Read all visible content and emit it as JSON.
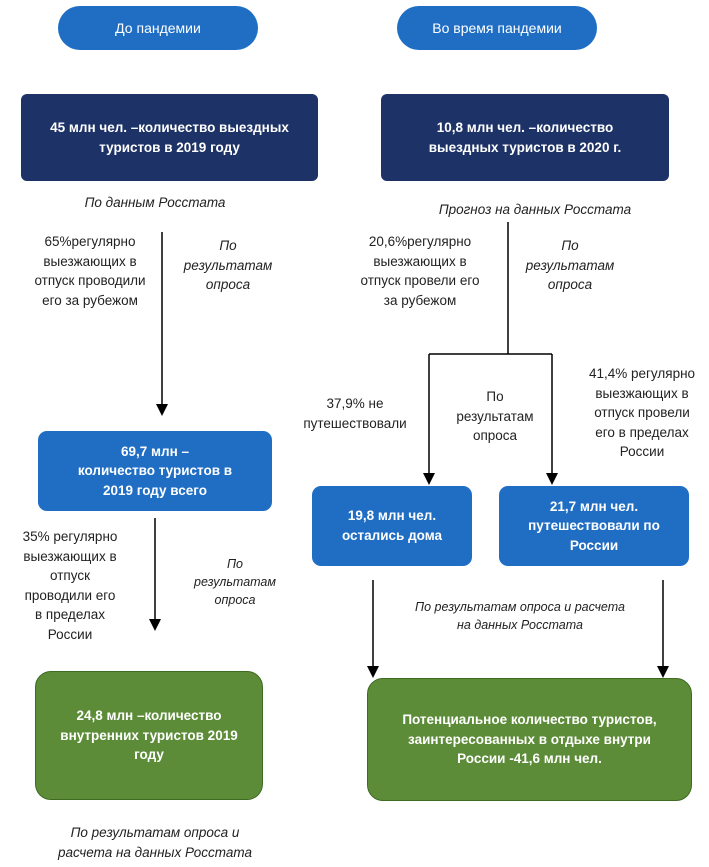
{
  "headers": {
    "before": "До пандемии",
    "during": "Во время пандемии"
  },
  "left": {
    "box1": "45 млн чел. –количество выездных\nтуристов в 2019  году",
    "source1": "По данным  Росстата",
    "note_65": "65%регулярно\nвыезжающих в\nотпуск проводили\nего за рубежом",
    "survey1": "По\nрезультатам\nопроса",
    "box2": "69,7 млн –\nколичество туристов в\n2019 году всего",
    "note_35": "35% регулярно\nвыезжающих в\nотпуск\nпроводили его\nв пределах\nРоссии",
    "survey2": "По\nрезультатам\nопроса",
    "box3": "24,8 млн –количество\nвнутренних туристов 2019\nгоду",
    "source2": "По результатам  опроса и\nрасчета на данных  Росстата"
  },
  "right": {
    "box1": "10,8 млн чел. –количество\nвыездных туристов в  2020 г.",
    "source1": "Прогноз на данных Росстата",
    "note_206": "20,6%регулярно\nвыезжающих в\nотпуск провели его\nза рубежом",
    "survey1": "По\nрезультатам\nопроса",
    "note_379": "37,9% не\nпутешествовали",
    "survey2": "По\nрезультатам\nопроса",
    "note_414": "41,4% регулярно\nвыезжающих в\nотпуск провели\nего в пределах\nРоссии",
    "box_home": "19,8 млн чел.\nостались дома",
    "box_russia": "21,7 млн чел.\nпутешествовали по\nРоссии",
    "source2": "По результатам  опроса и расчета\nна данных  Росстата",
    "box_potential": "Потенциальное количество туристов,\nзаинтересованных в отдыхе внутри\nРоссии  -41,6 млн чел."
  },
  "colors": {
    "pill": "#1f6ec4",
    "navy": "#1d3266",
    "blue": "#1f6ec4",
    "green": "#5d8c38"
  }
}
